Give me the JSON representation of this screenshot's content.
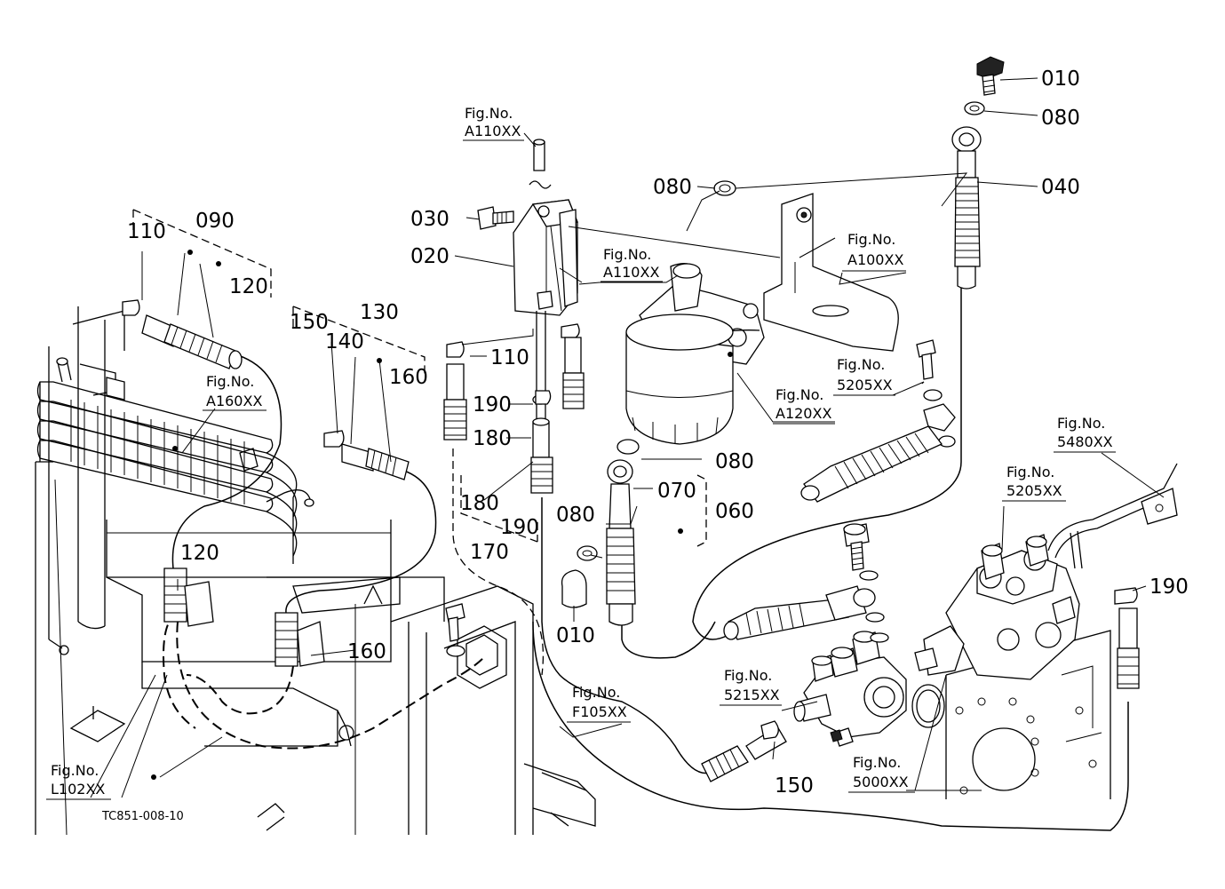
{
  "diagram": {
    "drawing_code": "TC851-008-10",
    "part_labels": [
      {
        "id": "p010a",
        "text": "010"
      },
      {
        "id": "p080a",
        "text": "080"
      },
      {
        "id": "p040",
        "text": "040"
      },
      {
        "id": "p080b",
        "text": "080"
      },
      {
        "id": "p030",
        "text": "030"
      },
      {
        "id": "p020",
        "text": "020"
      },
      {
        "id": "p110a",
        "text": "110"
      },
      {
        "id": "p090",
        "text": "090"
      },
      {
        "id": "p120a",
        "text": "120"
      },
      {
        "id": "p150a",
        "text": "150"
      },
      {
        "id": "p130",
        "text": "130"
      },
      {
        "id": "p140",
        "text": "140"
      },
      {
        "id": "p160a",
        "text": "160"
      },
      {
        "id": "p110b",
        "text": "110"
      },
      {
        "id": "p190a",
        "text": "190"
      },
      {
        "id": "p180a",
        "text": "180"
      },
      {
        "id": "p180b",
        "text": "180"
      },
      {
        "id": "p190b",
        "text": "190"
      },
      {
        "id": "p170",
        "text": "170"
      },
      {
        "id": "p080c",
        "text": "080"
      },
      {
        "id": "p070",
        "text": "070"
      },
      {
        "id": "p060",
        "text": "060"
      },
      {
        "id": "p080d",
        "text": "080"
      },
      {
        "id": "p010b",
        "text": "010"
      },
      {
        "id": "p120b",
        "text": "120"
      },
      {
        "id": "p160b",
        "text": "160"
      },
      {
        "id": "p190c",
        "text": "190"
      },
      {
        "id": "p150b",
        "text": "150"
      }
    ],
    "figure_refs": [
      {
        "id": "r_a110_1",
        "prefix": "Fig.No.",
        "code": "A110XX"
      },
      {
        "id": "r_a110_2",
        "prefix": "Fig.No.",
        "code": "A110XX"
      },
      {
        "id": "r_a100",
        "prefix": "Fig.No.",
        "code": "A100XX"
      },
      {
        "id": "r_5205_1",
        "prefix": "Fig.No.",
        "code": "5205XX"
      },
      {
        "id": "r_a120",
        "prefix": "Fig.No.",
        "code": "A120XX"
      },
      {
        "id": "r_a160",
        "prefix": "Fig.No.",
        "code": "A160XX"
      },
      {
        "id": "r_5480",
        "prefix": "Fig.No.",
        "code": "5480XX"
      },
      {
        "id": "r_5205_2",
        "prefix": "Fig.No.",
        "code": "5205XX"
      },
      {
        "id": "r_5215",
        "prefix": "Fig.No.",
        "code": "5215XX"
      },
      {
        "id": "r_f105",
        "prefix": "Fig.No.",
        "code": "F105XX"
      },
      {
        "id": "r_5000",
        "prefix": "Fig.No.",
        "code": "5000XX"
      },
      {
        "id": "r_l102",
        "prefix": "Fig.No.",
        "code": "L102XX"
      }
    ]
  }
}
